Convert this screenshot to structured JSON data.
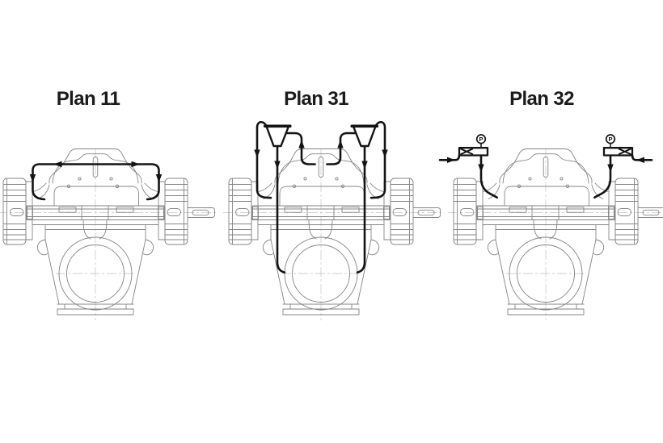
{
  "page": {
    "background_color": "#ffffff"
  },
  "colors": {
    "pump_outline": "#858585",
    "centerline": "#c2c2c2",
    "piping": "#141414",
    "symbol_fill": "#ffffff",
    "title_text": "#1b1b1b"
  },
  "plans": [
    {
      "title": "Plan 11"
    },
    {
      "title": "Plan 31"
    },
    {
      "title": "Plan 32"
    }
  ],
  "pressure_gauge_label": "P"
}
